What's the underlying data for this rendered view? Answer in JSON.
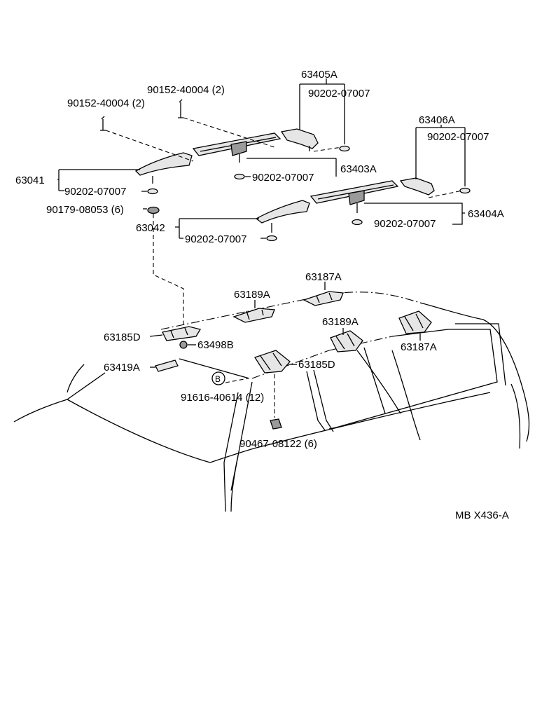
{
  "labels": {
    "p90152_left": "90152-40004 (2)",
    "p90152_right": "90152-40004 (2)",
    "p63405A": "63405A",
    "p90202_a": "90202-07007",
    "p63406A": "63406A",
    "p90202_b": "90202-07007",
    "p63041": "63041",
    "p90202_c": "90202-07007",
    "p90202_d": "90202-07007",
    "p63403A": "63403A",
    "p90179": "90179-08053 (6)",
    "p63042": "63042",
    "p90202_e": "90202-07007",
    "p90202_f": "90202-07007",
    "p63404A": "63404A",
    "p63187A_top": "63187A",
    "p63189A_top": "63189A",
    "p63189A_right": "63189A",
    "p63187A_right": "63187A",
    "p63185D_left": "63185D",
    "p63498B": "63498B",
    "p63419A": "63419A",
    "p63185D_mid": "63185D",
    "pB": "B",
    "p91616": "91616-40614 (12)",
    "p90467": "90467-08122 (6)",
    "ref": "MB X436-A"
  }
}
